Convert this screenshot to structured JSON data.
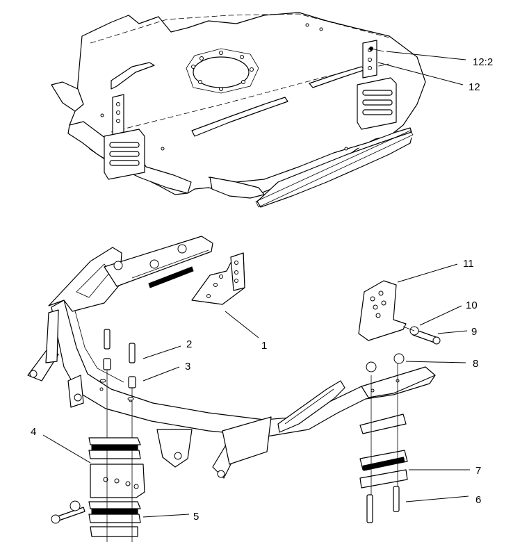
{
  "callouts": {
    "c1": "1",
    "c2": "2",
    "c3": "3",
    "c4": "4",
    "c5": "5",
    "c6": "6",
    "c7": "7",
    "c8": "8",
    "c9": "9",
    "c10": "10",
    "c11": "11",
    "c12": "12",
    "c12_2": "12:2"
  },
  "colors": {
    "line": "#000000",
    "background": "#ffffff"
  }
}
